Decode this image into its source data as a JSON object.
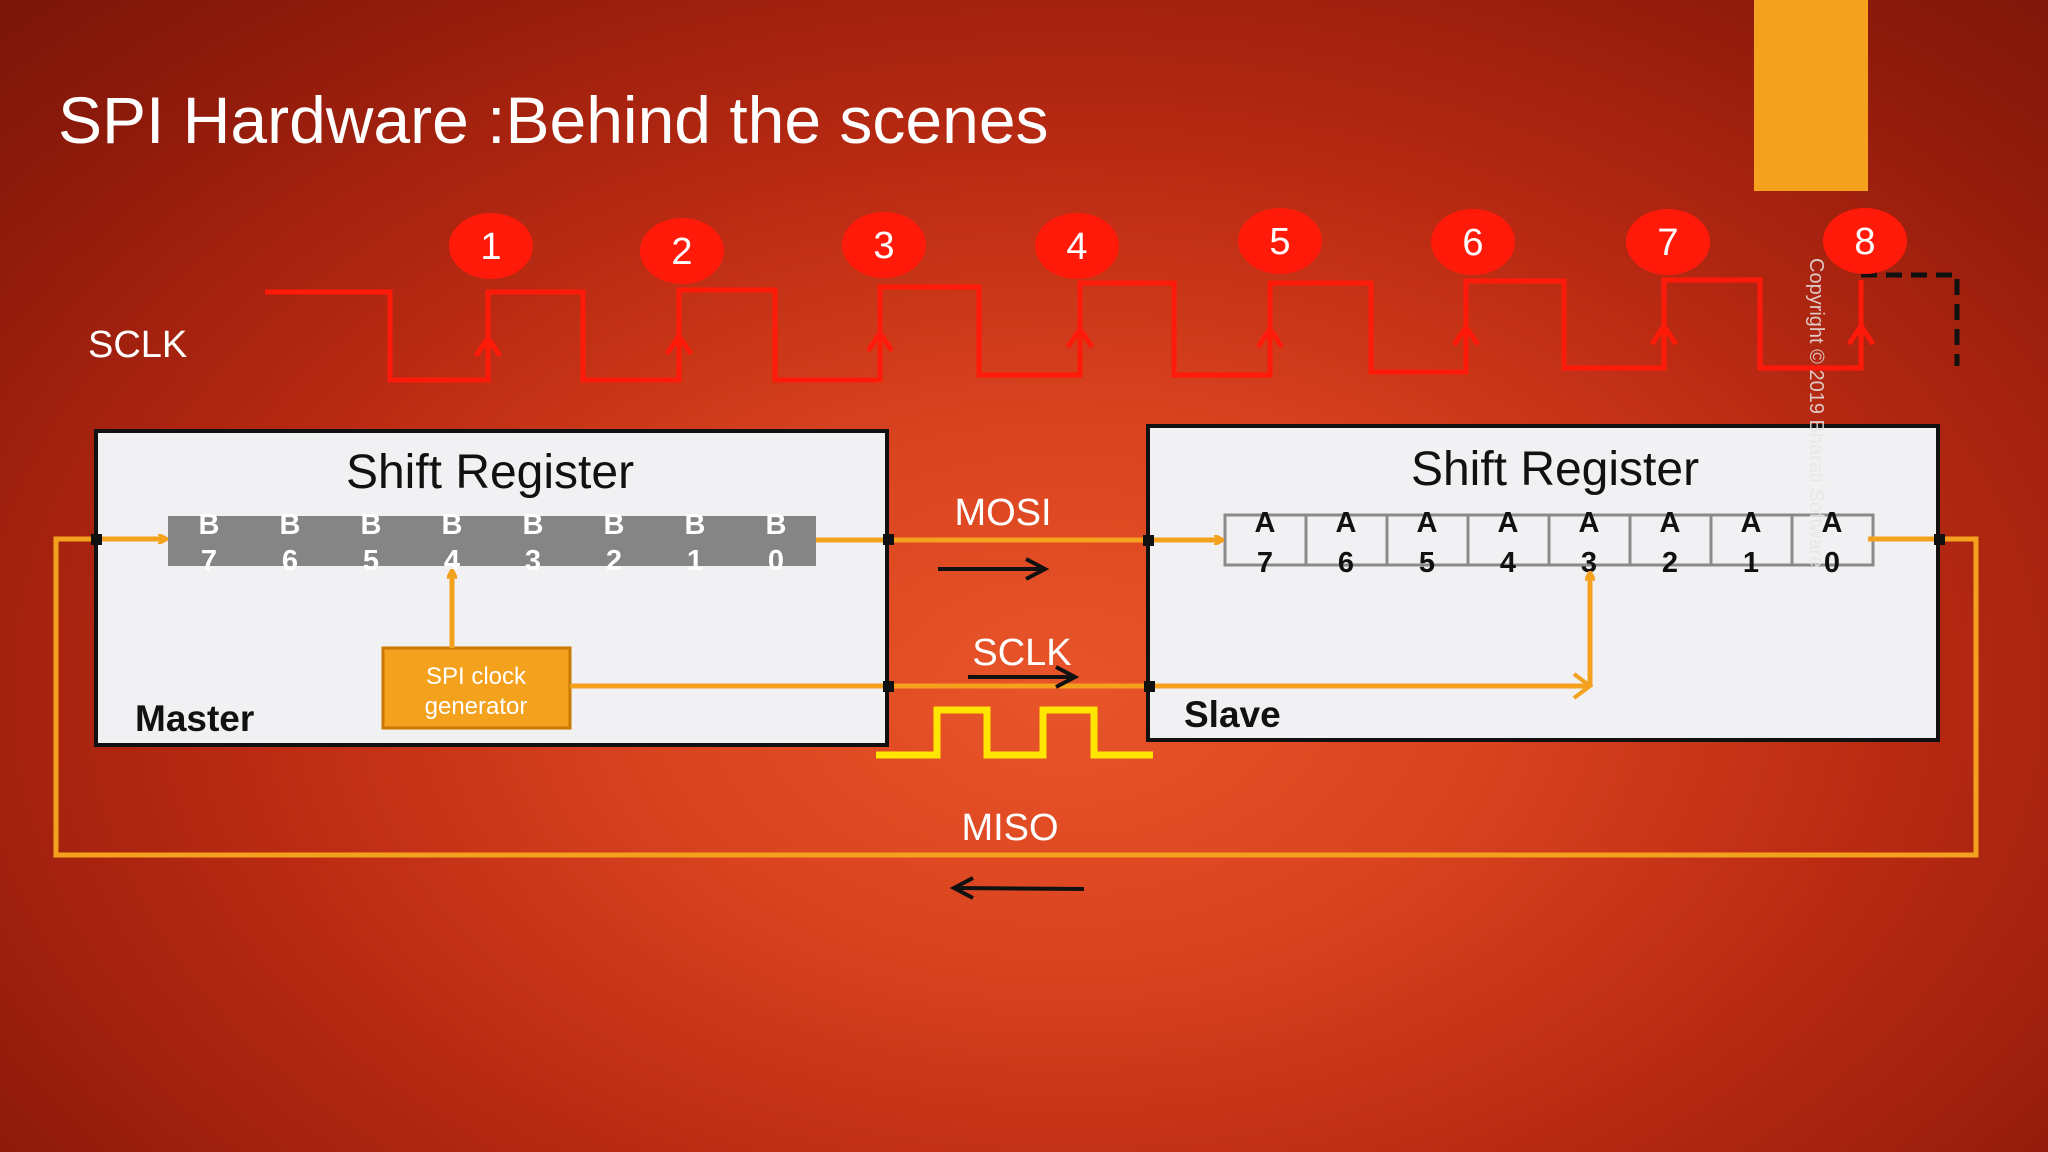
{
  "slide": {
    "title": "SPI Hardware :Behind the scenes",
    "copyright": "Copyright © 2019 Bharati Software"
  },
  "colors": {
    "signal_red": "#ff1a0a",
    "bus_orange": "#f4a11d",
    "clock_yellow": "#ffe600",
    "box_fill": "#f1f1f3",
    "master_reg": "#858585",
    "text_white": "#ffffff"
  },
  "sclk_wave": {
    "label": "SCLK",
    "clock_numbers": [
      "1",
      "2",
      "3",
      "4",
      "5",
      "6",
      "7",
      "8"
    ]
  },
  "master": {
    "heading": "Shift Register",
    "label": "Master",
    "bits": [
      {
        "letter": "B",
        "index": "7"
      },
      {
        "letter": "B",
        "index": "6"
      },
      {
        "letter": "B",
        "index": "5"
      },
      {
        "letter": "B",
        "index": "4"
      },
      {
        "letter": "B",
        "index": "3"
      },
      {
        "letter": "B",
        "index": "2"
      },
      {
        "letter": "B",
        "index": "1"
      },
      {
        "letter": "B",
        "index": "0"
      }
    ],
    "clock_gen_line1": "SPI clock",
    "clock_gen_line2": "generator"
  },
  "slave": {
    "heading": "Shift Register",
    "label": "Slave",
    "bits": [
      {
        "letter": "A",
        "index": "7"
      },
      {
        "letter": "A",
        "index": "6"
      },
      {
        "letter": "A",
        "index": "5"
      },
      {
        "letter": "A",
        "index": "4"
      },
      {
        "letter": "A",
        "index": "3"
      },
      {
        "letter": "A",
        "index": "2"
      },
      {
        "letter": "A",
        "index": "1"
      },
      {
        "letter": "A",
        "index": "0"
      }
    ]
  },
  "lines": {
    "mosi": "MOSI",
    "sclk": "SCLK",
    "miso": "MISO"
  }
}
